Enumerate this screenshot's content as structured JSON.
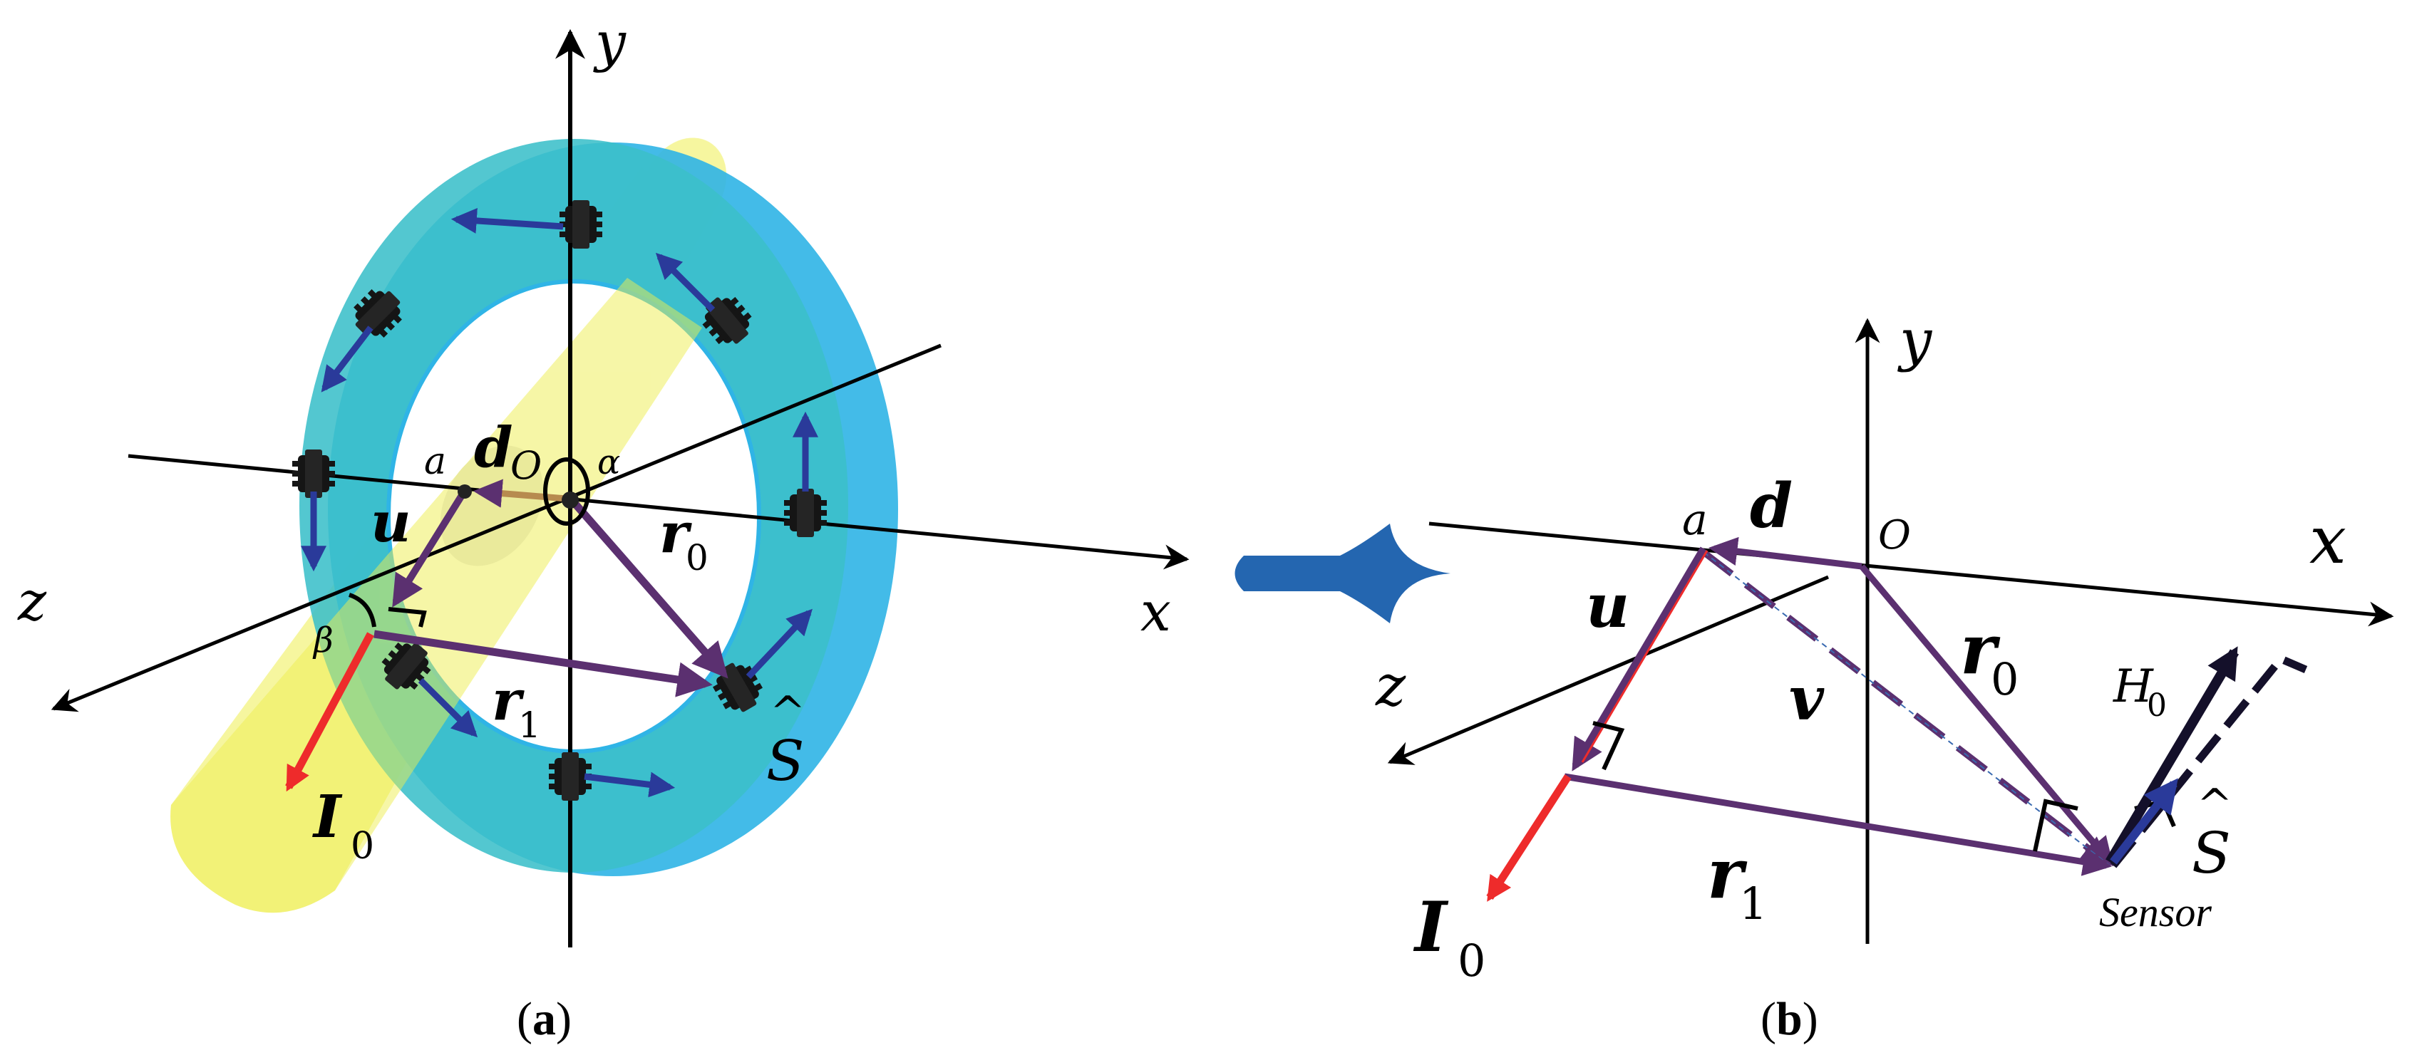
{
  "panel_a": {
    "caption_open": "(",
    "caption_letter": "a",
    "caption_close": ")",
    "axis_x": "x",
    "axis_y": "y",
    "axis_z": "z",
    "point_a": "a",
    "angle_alpha": "α",
    "angle_beta": "β",
    "vec_d": "d",
    "vec_d_sub": "O",
    "vec_u": "u",
    "vec_r0": "r",
    "vec_r0_sub": "0",
    "vec_r1": "r",
    "vec_r1_sub": "1",
    "current": "I",
    "current_sub": "0",
    "sensor_dir": "S"
  },
  "panel_b": {
    "caption_open": "(",
    "caption_letter": "b",
    "caption_close": ")",
    "axis_x": "x",
    "axis_y": "y",
    "axis_z": "z",
    "origin": "O",
    "point_a": "a",
    "vec_d": "d",
    "vec_u": "u",
    "vec_v": "v",
    "vec_r0": "r",
    "vec_r0_sub": "0",
    "vec_r1": "r",
    "vec_r1_sub": "1",
    "current": "I",
    "current_sub": "0",
    "field": "H",
    "field_sub": "0",
    "sensor_dir": "S",
    "sensor_label": "Sensor"
  },
  "colors": {
    "ring": "#3bbfc9",
    "ring_edge": "#2fb4e6",
    "conductor": "#f0f07a",
    "vector": "#5b3070",
    "current": "#ee2b2b",
    "arrow_blue": "#2a3a9a",
    "transition_arrow": "#2466b0"
  }
}
